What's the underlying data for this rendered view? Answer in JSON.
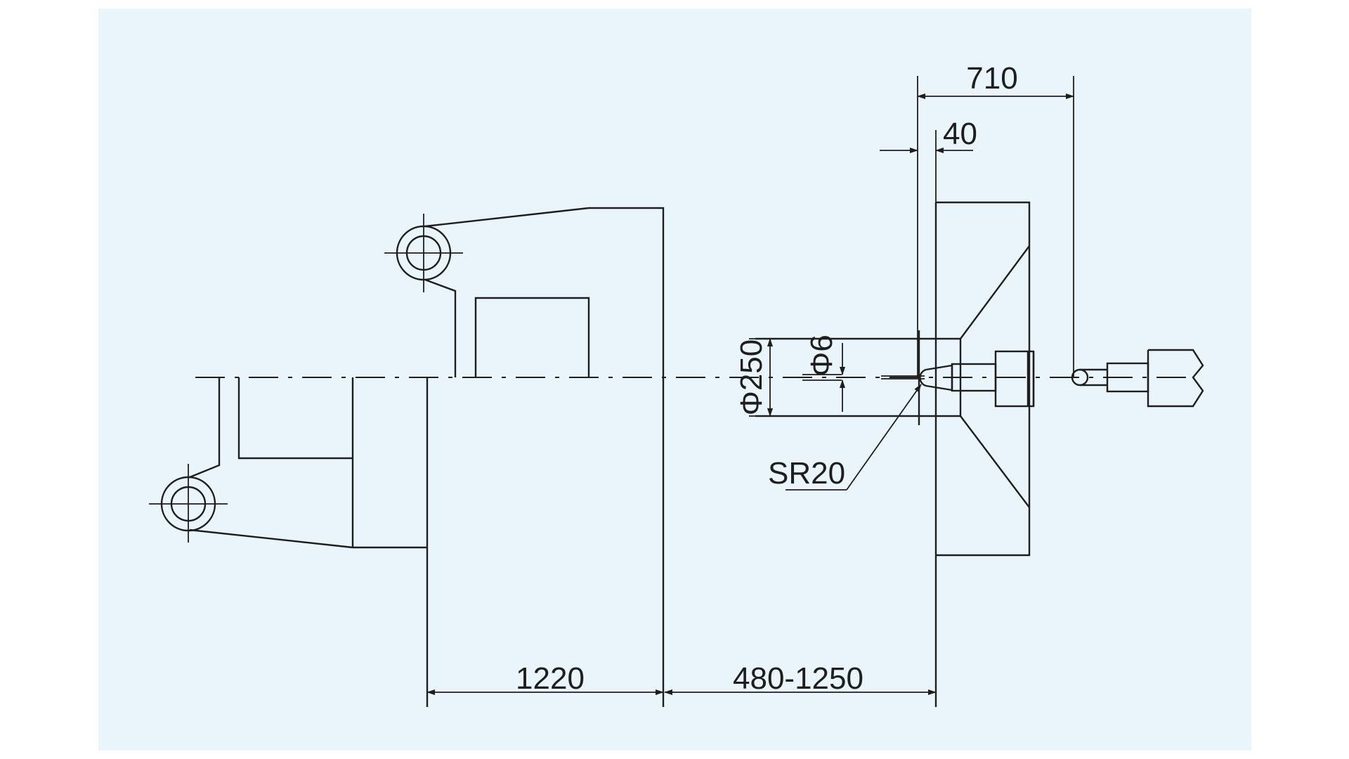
{
  "colors": {
    "background": "#eaf4fb",
    "line": "#1e1e1e",
    "page": "#ffffff"
  },
  "dimensions": {
    "top_width": "710",
    "stroke_offset": "40",
    "bore_dia": "Φ250",
    "pin_dia": "Φ6",
    "tip_radius": "SR20",
    "base_width": "1220",
    "travel_range": "480-1250"
  }
}
